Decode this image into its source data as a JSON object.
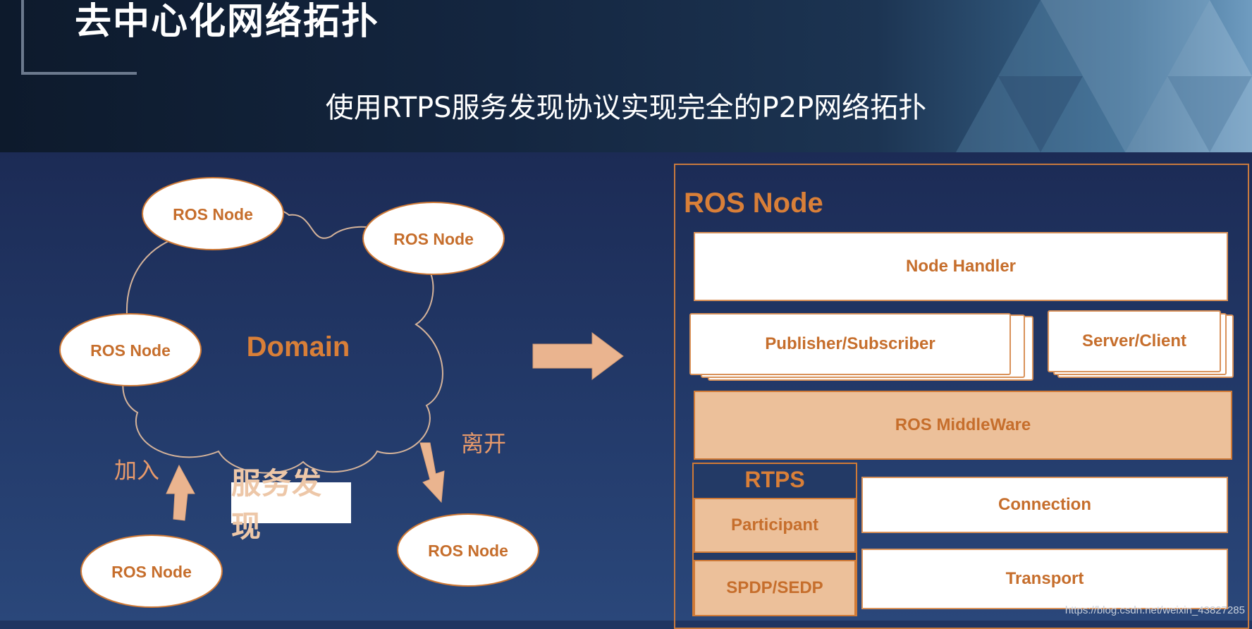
{
  "header": {
    "title": "去中心化网络拓扑",
    "subtitle": "使用RTPS服务发现协议实现完全的P2P网络拓扑"
  },
  "domain_diagram": {
    "cloud_label": "Domain",
    "nodes": [
      "ROS Node",
      "ROS Node",
      "ROS Node",
      "ROS Node",
      "ROS Node"
    ],
    "join_label": "加入",
    "leave_label": "离开",
    "discovery_label": "服务发现"
  },
  "node_panel": {
    "title": "ROS Node",
    "node_handler": "Node Handler",
    "pub_sub": "Publisher/Subscriber",
    "server_client": "Server/Client",
    "middleware": "ROS MiddleWare",
    "rtps": "RTPS",
    "participant": "Participant",
    "spdp_sedp": "SPDP/SEDP",
    "connection": "Connection",
    "transport": "Transport"
  },
  "watermark": "https://blog.csdn.net/weixin_43827285",
  "colors": {
    "accent_orange": "#c66e2c",
    "peach_fill": "#ecc09a",
    "background_navy": "#1f3561"
  }
}
